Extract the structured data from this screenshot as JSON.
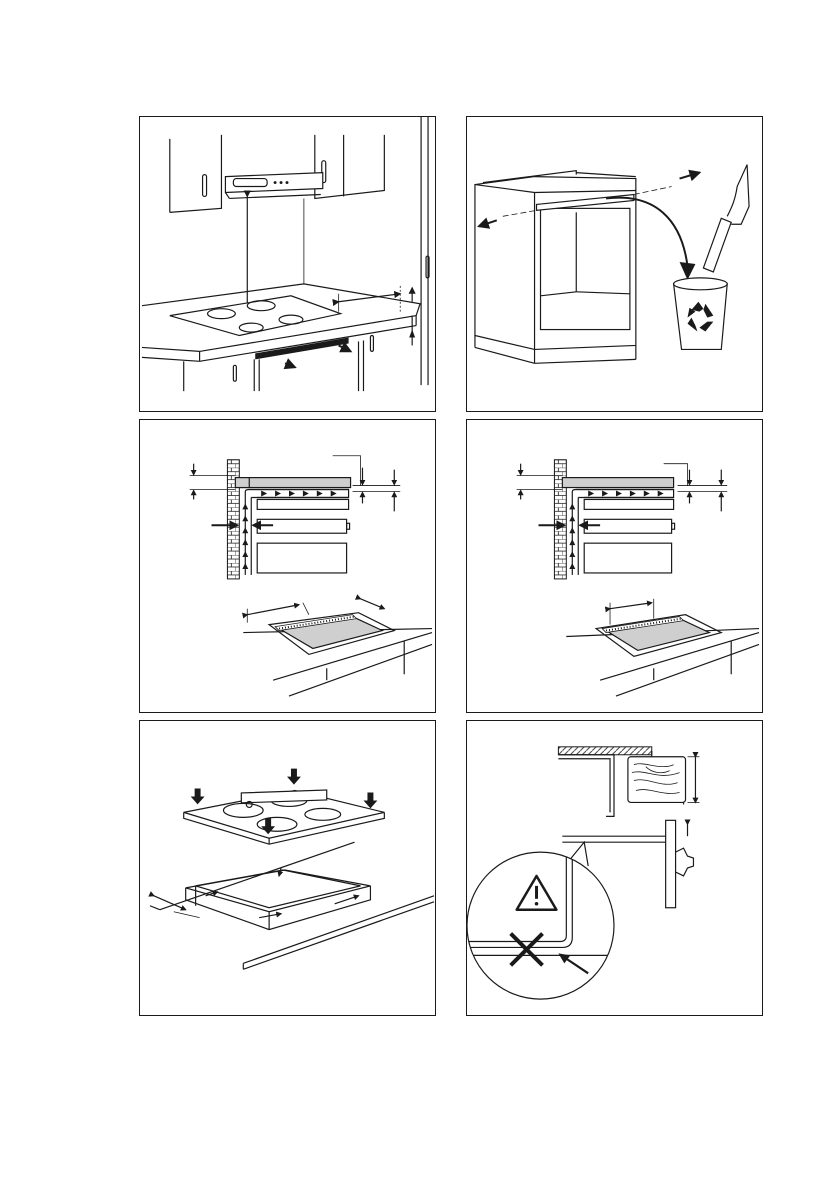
{
  "document": {
    "panels": [
      {
        "id": "p1",
        "subject": "hob-under-hood"
      },
      {
        "id": "p2",
        "subject": "cabinet-recycle"
      },
      {
        "id": "p3",
        "subject": "ventilation-section-a"
      },
      {
        "id": "p4",
        "subject": "ventilation-section-b"
      },
      {
        "id": "p5",
        "subject": "hob-seal-install"
      },
      {
        "id": "p6",
        "subject": "drawer-warning"
      }
    ],
    "colors": {
      "line": "#1a1a1a",
      "fill_gray": "#cfcfcf",
      "background": "#ffffff"
    },
    "icons": [
      "recycle-icon",
      "warning-triangle-icon",
      "cross-mark-icon",
      "arrow-icon"
    ]
  }
}
